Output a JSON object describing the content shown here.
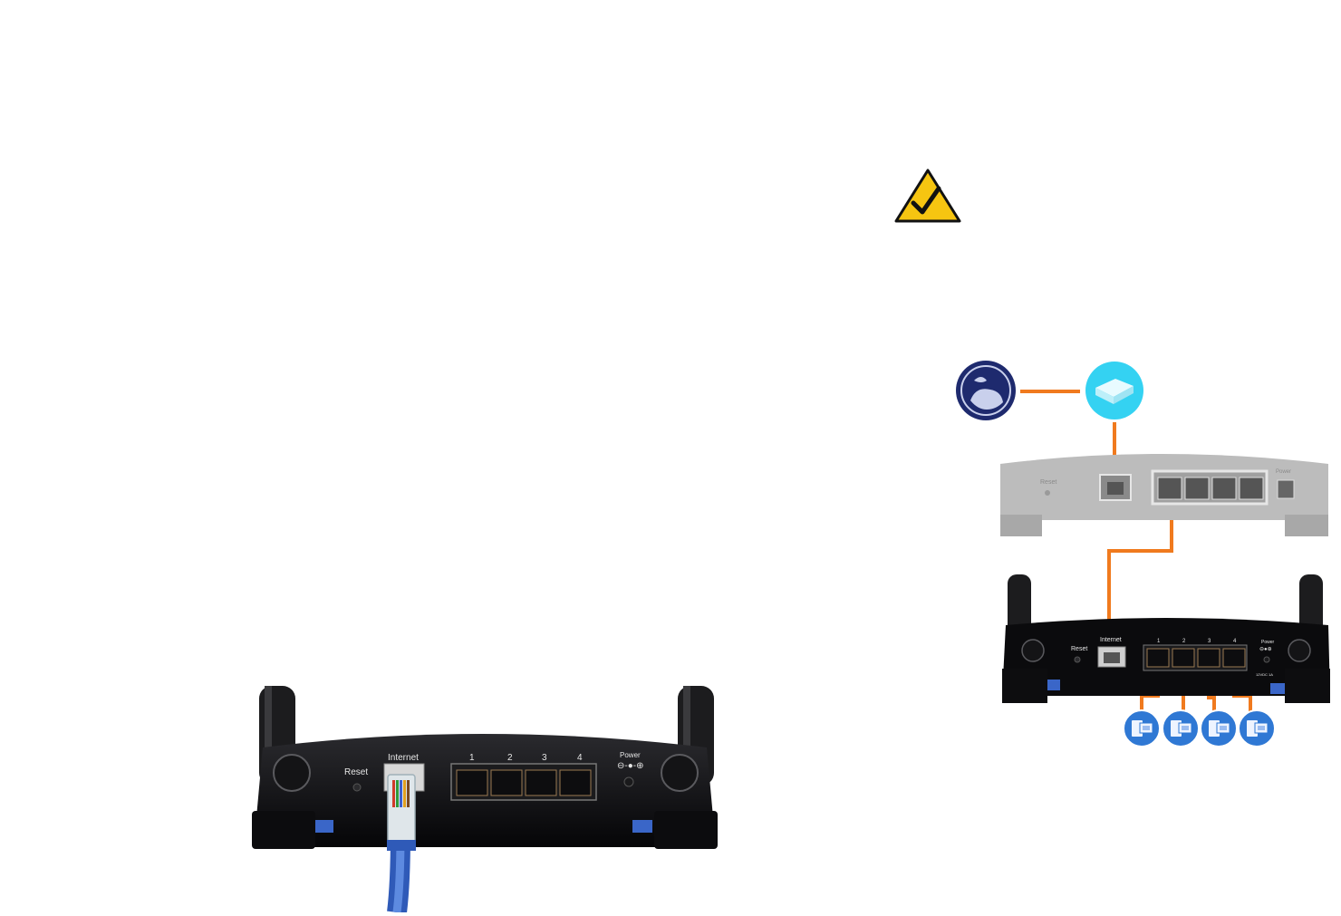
{
  "main_router": {
    "labels": {
      "reset": "Reset",
      "internet": "Internet",
      "port1": "1",
      "port2": "2",
      "port3": "3",
      "port4": "4",
      "power": "Power"
    }
  },
  "diagram": {
    "modem_router_labels": {
      "reset": "Reset",
      "power": "Power"
    },
    "wireless_router_labels": {
      "reset": "Reset",
      "internet": "Internet",
      "port1": "1",
      "port2": "2",
      "port3": "3",
      "port4": "4",
      "power": "Power",
      "voltage": "12VDC 1A"
    }
  },
  "icons": {
    "note": "checkmark-warning-icon",
    "internet": "globe-icon",
    "modem": "modem-icon",
    "computer": "computer-icon"
  },
  "colors": {
    "cable_orange": "#f07a1e",
    "note_yellow": "#f6c511",
    "globe_navy": "#1e2a6e",
    "modem_cyan": "#34d2f2",
    "pc_blue": "#2f78d4",
    "ethernet_blue": "#4a78d0"
  }
}
